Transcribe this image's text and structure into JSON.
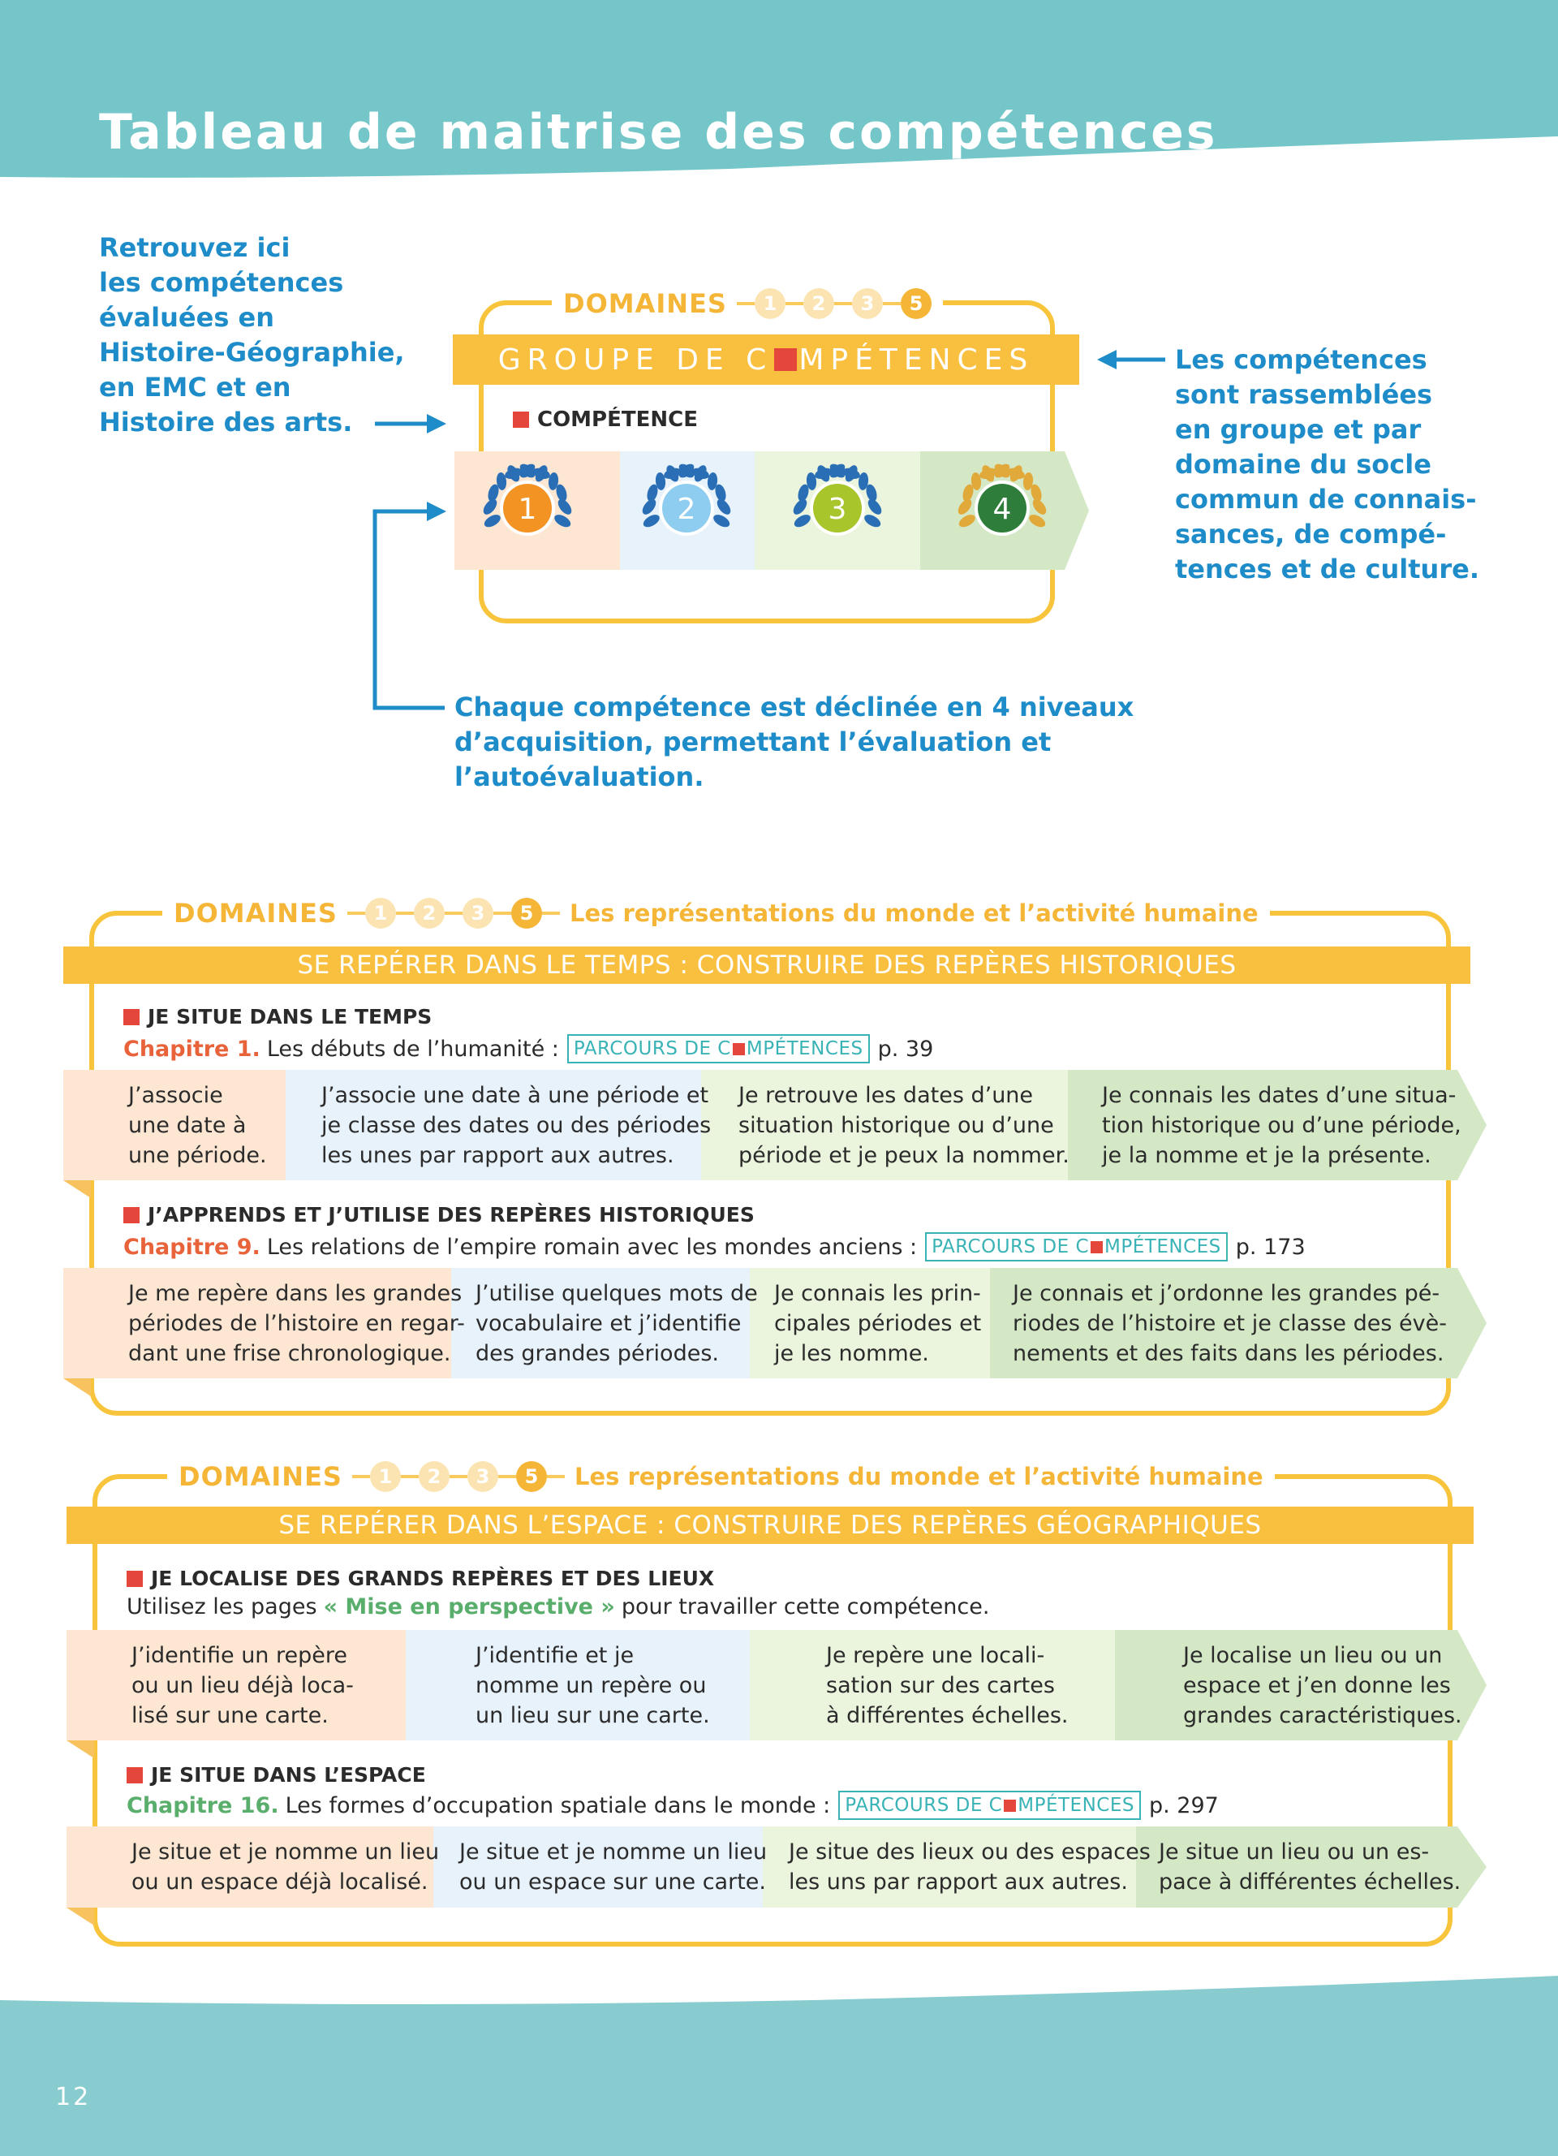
{
  "page": {
    "title": "Tableau de maitrise des compétences",
    "number": "12"
  },
  "colors": {
    "teal": "#74c6c8",
    "yellow": "#f9bf3f",
    "blue_text": "#1e8cc8",
    "red_square": "#e5463b",
    "chapter_orange": "#e8623a",
    "chapter_green": "#5aae6c",
    "level1": "#fde7d3",
    "level2": "#e8f2fb",
    "level3": "#ebf4dd",
    "level4": "#d4e8c6"
  },
  "intro": {
    "left_note": [
      "Retrouvez ici",
      "les compétences",
      "évaluées en",
      "Histoire-Géographie,",
      "en EMC et en",
      "Histoire des arts."
    ],
    "right_note": [
      "Les compétences",
      "sont rassemblées",
      "en groupe et par",
      "domaine du socle",
      "commun de connais-",
      "sances, de compé-",
      "tences et de culture."
    ],
    "bottom_note": [
      "Chaque compétence est déclinée en 4 niveaux",
      "d’acquisition, permettant l’évaluation et",
      "l’autoévaluation."
    ]
  },
  "legend": {
    "domains_label": "DOMAINES",
    "domains": [
      "1",
      "2",
      "3",
      "5"
    ],
    "group_prefix": "GROUPE DE C",
    "group_suffix": "MPÉTENCES",
    "competence_label": "COMPÉTENCE",
    "levels": [
      "1",
      "2",
      "3",
      "4"
    ],
    "medal_icons": [
      "laurel-medal-orange",
      "laurel-medal-lightblue",
      "laurel-medal-green",
      "laurel-medal-darkgreen"
    ],
    "medal_colors": [
      "#f39323",
      "#8ecdf0",
      "#a8c52c",
      "#2f7d3b"
    ]
  },
  "parcours": {
    "prefix": "PARCOURS DE C",
    "suffix": "MPÉTENCES"
  },
  "sections": [
    {
      "domains_label": "DOMAINES",
      "domains": [
        "1",
        "2",
        "3",
        "5"
      ],
      "domain_title": "Les représentations du monde et l’activité humaine",
      "group_title": "SE REPÉRER DANS LE TEMPS : CONSTRUIRE DES REPÈRES HISTORIQUES",
      "competences": [
        {
          "title": "JE SITUE DANS LE TEMPS",
          "chapter_label": "Chapitre 1.",
          "chapter_text": "Les débuts de l’humanité :",
          "page_ref": "p. 39",
          "levels": [
            [
              "J’associe",
              "une date à",
              "une période."
            ],
            [
              "J’associe une date à une période et",
              "je classe des dates ou des périodes",
              "les unes par rapport aux autres."
            ],
            [
              "Je retrouve les dates d’une",
              "situation historique ou d’une",
              "période et je peux la nommer."
            ],
            [
              "Je connais les dates d’une situa-",
              "tion historique ou d’une période,",
              "je la nomme et je la présente."
            ]
          ]
        },
        {
          "title": "J’APPRENDS ET J’UTILISE DES REPÈRES HISTORIQUES",
          "chapter_label": "Chapitre 9.",
          "chapter_text": "Les relations de l’empire romain avec les mondes anciens :",
          "page_ref": "p. 173",
          "levels": [
            [
              "Je me repère dans les grandes",
              "périodes de l’histoire en regar-",
              "dant une frise chronologique."
            ],
            [
              "J’utilise quelques mots de",
              "vocabulaire et j’identifie",
              "des grandes périodes."
            ],
            [
              "Je connais les prin-",
              "cipales périodes et",
              "je les nomme."
            ],
            [
              "Je connais et j’ordonne les grandes pé-",
              "riodes de l’histoire et je classe des évè-",
              "nements et des faits dans les périodes."
            ]
          ]
        }
      ]
    },
    {
      "domains_label": "DOMAINES",
      "domains": [
        "1",
        "2",
        "3",
        "5"
      ],
      "domain_title": "Les représentations du monde et l’activité humaine",
      "group_title": "SE REPÉRER DANS L’ESPACE : CONSTRUIRE DES REPÈRES GÉOGRAPHIQUES",
      "competences": [
        {
          "title": "JE LOCALISE DES GRANDS REPÈRES ET DES LIEUX",
          "note_prefix": "Utilisez les pages",
          "note_emphasis": "« Mise en perspective »",
          "note_suffix": "pour travailler cette compétence.",
          "levels": [
            [
              "J’identifie un repère",
              "ou un lieu déjà loca-",
              "lisé sur une carte."
            ],
            [
              "J’identifie et je",
              "nomme un repère ou",
              "un lieu sur une carte."
            ],
            [
              "Je repère une locali-",
              "sation sur des cartes",
              "à différentes échelles."
            ],
            [
              "Je localise un lieu ou un",
              "espace et j’en donne les",
              "grandes caractéristiques."
            ]
          ]
        },
        {
          "title": "JE SITUE DANS L’ESPACE",
          "chapter_label": "Chapitre 16.",
          "chapter_text": "Les formes d’occupation spatiale dans le monde :",
          "page_ref": "p. 297",
          "levels": [
            [
              "Je situe et je nomme un lieu",
              "ou un espace déjà localisé."
            ],
            [
              "Je situe et je nomme un lieu",
              "ou un espace sur une carte."
            ],
            [
              "Je situe des lieux ou des espaces",
              "les uns par rapport aux autres."
            ],
            [
              "Je situe un lieu ou un es-",
              "pace à différentes échelles."
            ]
          ]
        }
      ]
    }
  ]
}
